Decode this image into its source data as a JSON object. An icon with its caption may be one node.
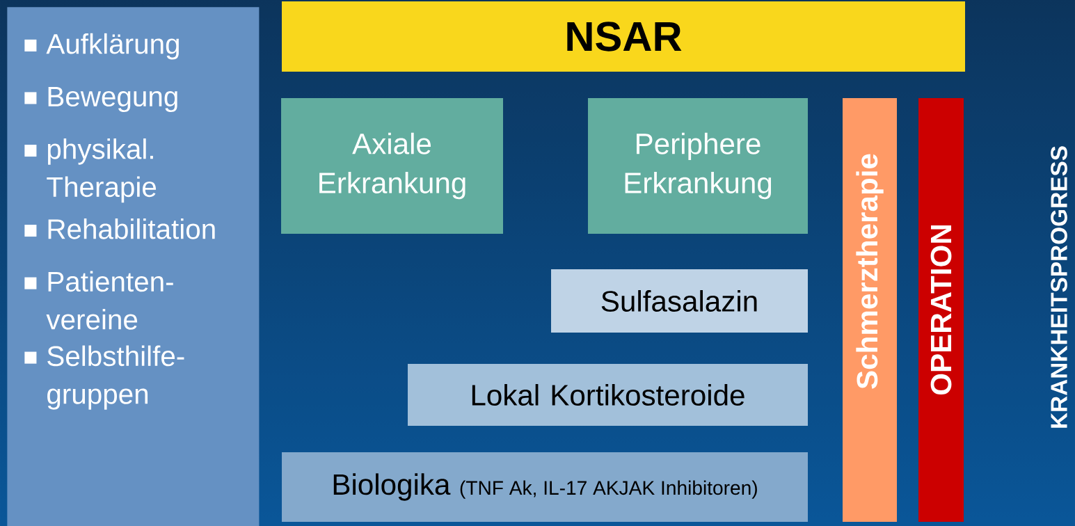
{
  "diagram": {
    "nodes": [
      {
        "text": [
          "Aufklärung",
          "Bewegung",
          "physikal. Therapie",
          "Rehabilitation",
          "Patienten- vereine",
          "Selbsthilfe- gruppen"
        ]
      },
      {
        "text": [
          "NSAR"
        ]
      },
      {
        "text": [
          "Axiale Erkrankung"
        ]
      },
      {
        "text": [
          "Periphere Erkrankung"
        ]
      },
      {
        "text": [
          "Sulfasalazin"
        ]
      },
      {
        "text": [
          "Lokal Kortikosteroide"
        ]
      },
      {
        "text": [
          "Biologika",
          "(TNF Ak, IL-17 AKJAK Inhibitoren)"
        ]
      },
      {
        "text": [
          "Schmerztherapie"
        ]
      },
      {
        "text": [
          "OPERATION"
        ]
      }
    ],
    "labels": [
      "KRANKHEITSPROGRESS"
    ]
  }
}
